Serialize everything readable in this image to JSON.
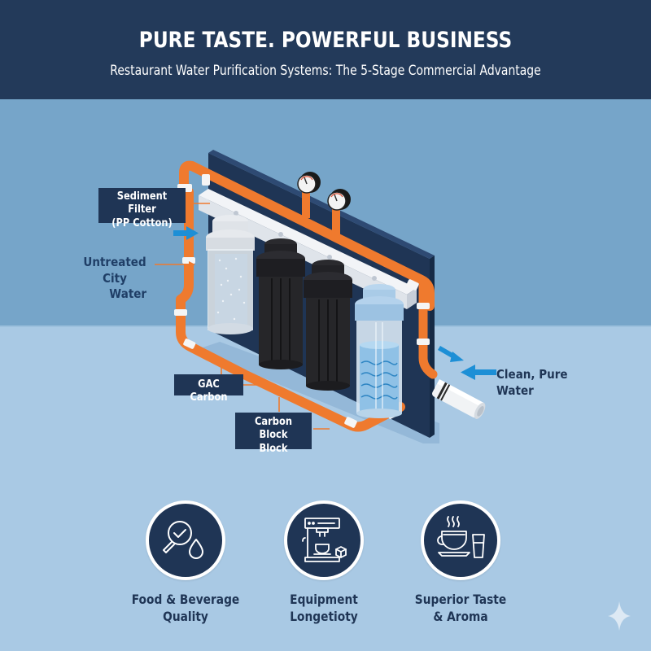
{
  "header": {
    "title": "PURE TASTE. POWERFUL BUSINESS",
    "subtitle": "Restaurant Water Purification Systems: The 5-Stage Commercial Advantage"
  },
  "diagram": {
    "labels": {
      "sediment_filter": [
        "Sediment Filter",
        "(PP Cotton)"
      ],
      "untreated_water": [
        "Untreated City",
        "Water"
      ],
      "gac_carbon": "GAC Carbon",
      "carbon_block": [
        "Carbon Block",
        "Block"
      ],
      "clean_water": [
        "Clean, Pure",
        "Water"
      ]
    },
    "components": [
      "back-panel",
      "pressure-gauge-1",
      "pressure-gauge-2",
      "manifold",
      "sediment-filter-housing",
      "gac-carbon-housing",
      "carbon-block-housing",
      "final-clear-filter-housing",
      "outlet-inline-filter",
      "orange-pipe-loop"
    ],
    "colors": {
      "header_bg": "#233a5a",
      "wall_bg": "#76a5c9",
      "floor_bg": "#a9c9e4",
      "label_bg": "#1f3555",
      "pipe_orange": "#ef7a2e",
      "arrow_blue": "#1d8fd6",
      "panel_navy": "#1f3555"
    }
  },
  "benefits": [
    {
      "icon": "magnifier-check-drop-icon",
      "label": [
        "Food & Beverage",
        "Quality"
      ]
    },
    {
      "icon": "espresso-machine-ice-icon",
      "label": [
        "Equipment",
        "Longetioty"
      ]
    },
    {
      "icon": "coffee-cup-glass-icon",
      "label": [
        "Superior Taste",
        "& Aroma"
      ]
    }
  ],
  "watermark": {
    "icon": "sparkle-icon"
  }
}
